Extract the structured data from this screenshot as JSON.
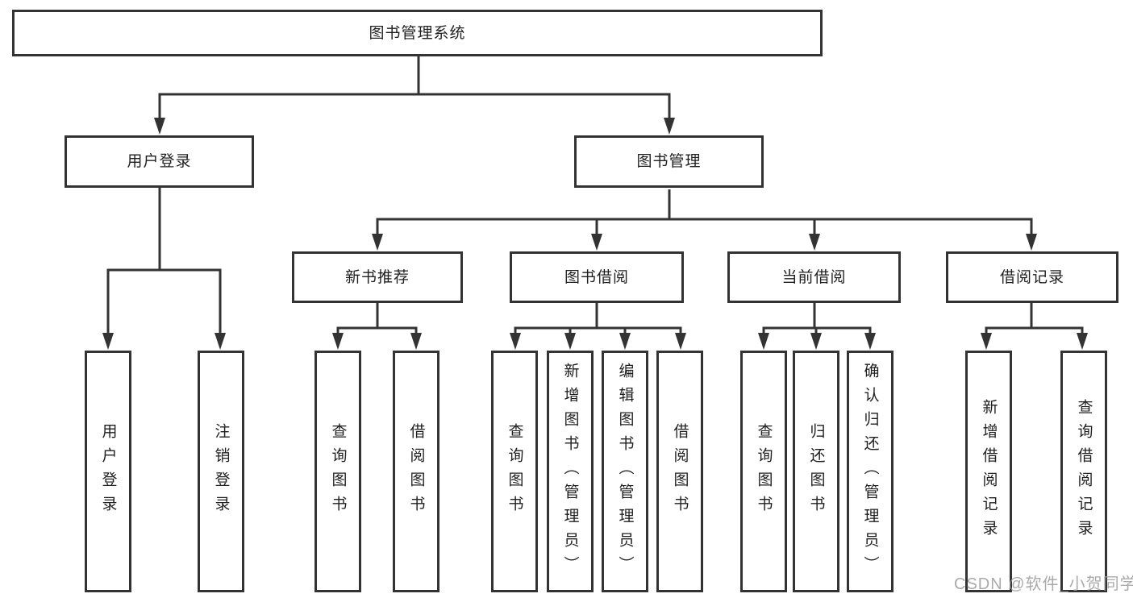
{
  "tree": {
    "label": "图书管理系统",
    "children": [
      {
        "label": "用户登录",
        "children": [
          {
            "label": "用户登录"
          },
          {
            "label": "注销登录"
          }
        ]
      },
      {
        "label": "图书管理",
        "children": [
          {
            "label": "新书推荐",
            "children": [
              {
                "label": "查询图书"
              },
              {
                "label": "借阅图书"
              }
            ]
          },
          {
            "label": "图书借阅",
            "children": [
              {
                "label": "查询图书"
              },
              {
                "label": "新增图书（管理员）"
              },
              {
                "label": "编辑图书（管理员）"
              },
              {
                "label": "借阅图书"
              }
            ]
          },
          {
            "label": "当前借阅",
            "children": [
              {
                "label": "查询图书"
              },
              {
                "label": "归还图书"
              },
              {
                "label": "确认归还（管理员）"
              }
            ]
          },
          {
            "label": "借阅记录",
            "children": [
              {
                "label": "新增借阅记录"
              },
              {
                "label": "查询借阅记录"
              }
            ]
          }
        ]
      }
    ]
  },
  "watermark": "CSDN @软件_小贺同学",
  "colors": {
    "line": "#333333",
    "text": "#1f1f1f",
    "background": "#ffffff",
    "watermark": "#9c9c9c"
  }
}
